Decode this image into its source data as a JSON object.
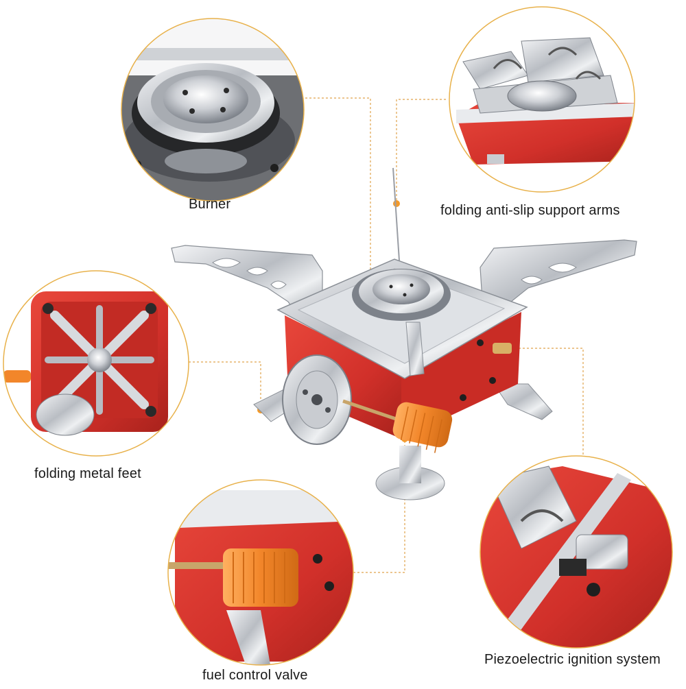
{
  "labels": {
    "burner": "Burner",
    "support_arms": "folding anti-slip support arms",
    "metal_feet": "folding metal feet",
    "fuel_valve": "fuel control valve",
    "ignition": "Piezoelectric ignition system"
  },
  "colors": {
    "ring": "#e8b14a",
    "leader": "#e0a24a",
    "dot": "#f39a2a",
    "stove_red": "#d9342b",
    "stove_red_dark": "#a8221c",
    "steel": "#c9ccd1",
    "steel_dark": "#8a8f96",
    "knob_orange": "#f2862a"
  },
  "icons": {
    "burner_detail": "burner-closeup-image",
    "arms_detail": "support-arms-closeup-image",
    "feet_detail": "stove-underside-closeup-image",
    "valve_detail": "valve-knob-closeup-image",
    "ignition_detail": "ignition-button-closeup-image",
    "product": "portable-camping-stove-image"
  }
}
